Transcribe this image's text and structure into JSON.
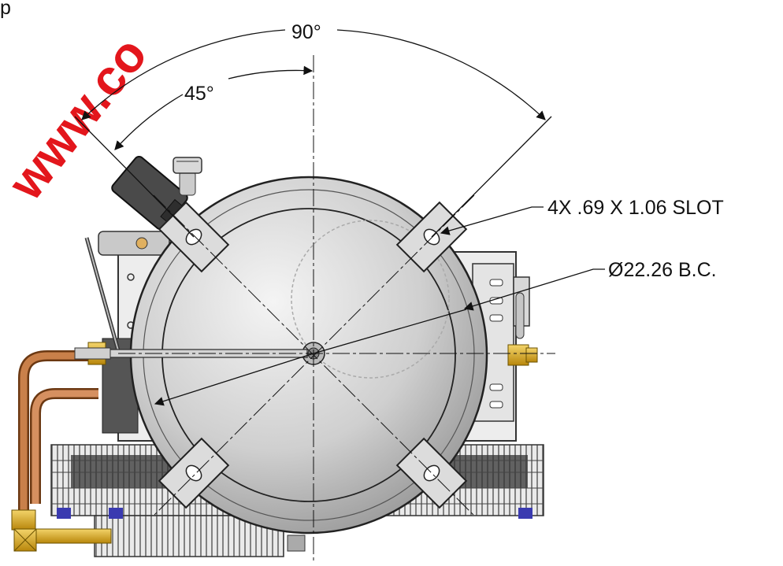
{
  "watermark": {
    "text": "www.co",
    "color": "#e3161c"
  },
  "dimensions": {
    "angle_outer": "90°",
    "angle_inner": "45°",
    "slot_callout": "4X .69 X 1.06 SLOT",
    "bolt_circle_callout": "Ø22.26 B.C."
  },
  "page_marker": "p"
}
